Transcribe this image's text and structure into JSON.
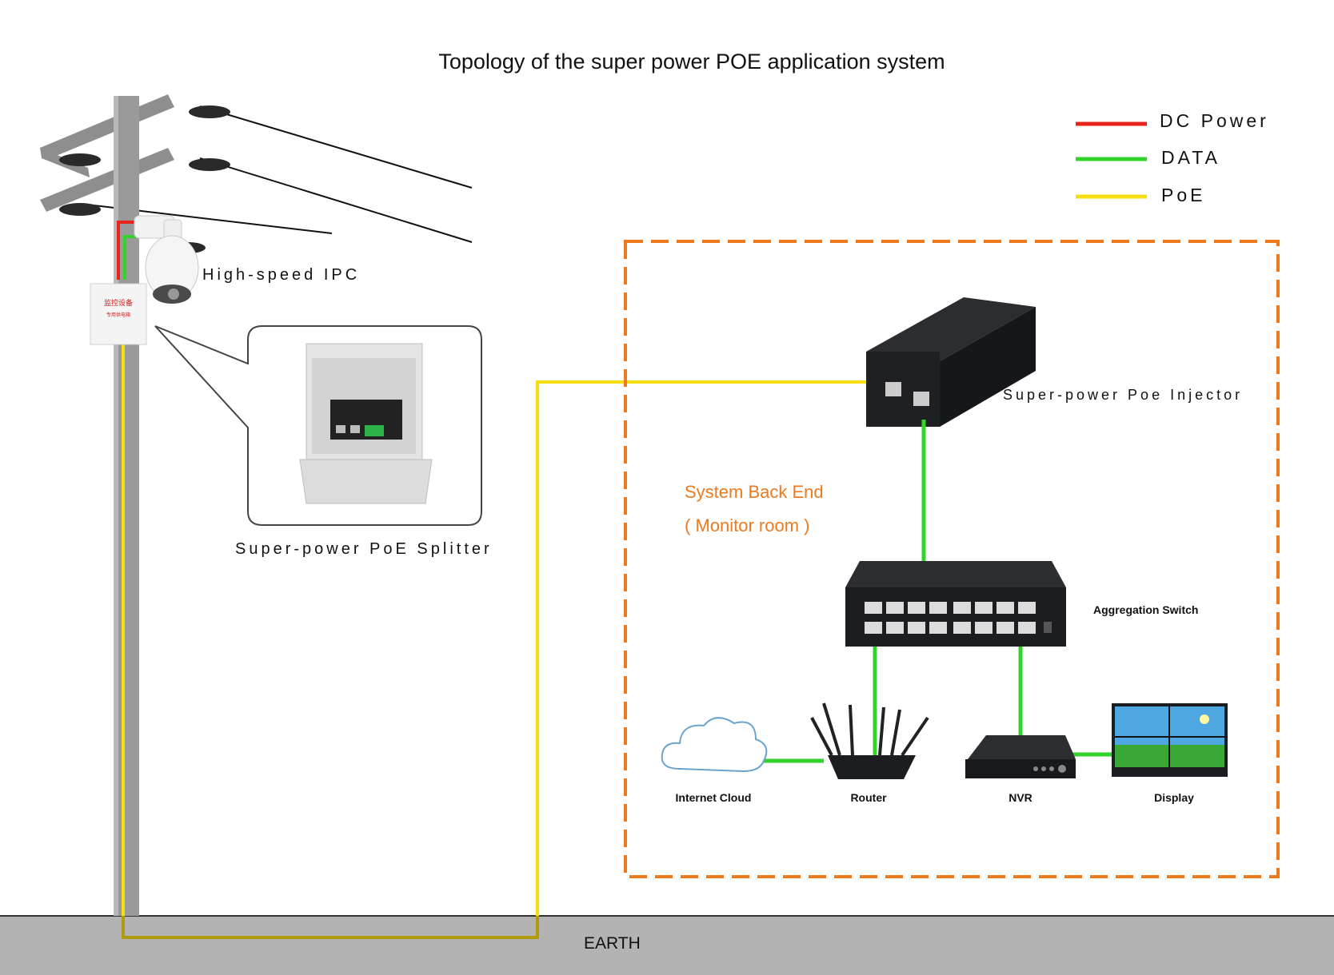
{
  "title": "Topology of the super power POE application system",
  "legend": [
    {
      "label": "DC Power",
      "color": "#e8231c"
    },
    {
      "label": "DATA",
      "color": "#32d42a"
    },
    {
      "label": "PoE",
      "color": "#f5dd10"
    }
  ],
  "labels": {
    "ipc": "High-speed IPC",
    "splitter": "Super-power PoE Splitter",
    "injector": "Super-power Poe Injector",
    "backend_line1": "System Back End",
    "backend_line2": "( Monitor room )",
    "switch": "Aggregation Switch",
    "cloud": "Internet Cloud",
    "router": "Router",
    "nvr": "NVR",
    "display": "Display",
    "earth": "EARTH"
  },
  "colors": {
    "backend_border": "#ee7a1e",
    "ground": "#b3b3b3",
    "pole": "#9a9a9a",
    "device_dark": "#1e2023"
  }
}
